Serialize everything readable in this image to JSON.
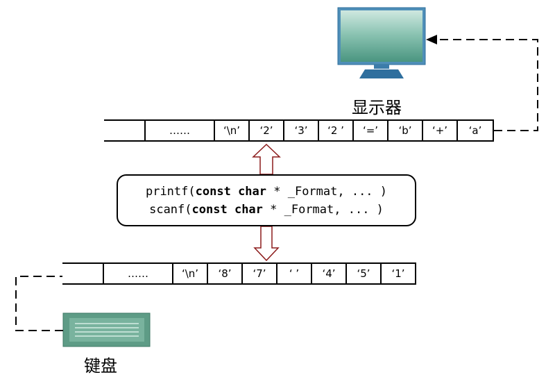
{
  "display_label": "显示器",
  "keyboard_label": "键盘",
  "output_buffer": {
    "cells": [
      "",
      "……",
      "‘\\n’",
      "‘2’",
      "‘3’",
      "‘2 ’",
      "‘=’",
      "‘b’",
      "‘+’",
      "‘a’"
    ]
  },
  "input_buffer": {
    "cells": [
      "",
      "……",
      "‘\\n’",
      "‘8’",
      "‘7’",
      "‘ ’",
      "‘4’",
      "‘5’",
      "‘1’"
    ]
  },
  "functions": {
    "printf": {
      "name": "printf(",
      "kw1": "const",
      "kw2": "char",
      "rest": " * _Format, ... )"
    },
    "scanf": {
      "name": "scanf(",
      "kw1": "const",
      "kw2": "char",
      "rest": " * _Format, ... )"
    }
  },
  "colors": {
    "monitor_frame": "#4f8fb8",
    "monitor_screen": "#5ba28e",
    "monitor_stand": "#2f6f9e",
    "keyboard": "#5e9c86",
    "arrow_fill": "#ffffff",
    "arrow_stroke": "#8b1a1a"
  }
}
